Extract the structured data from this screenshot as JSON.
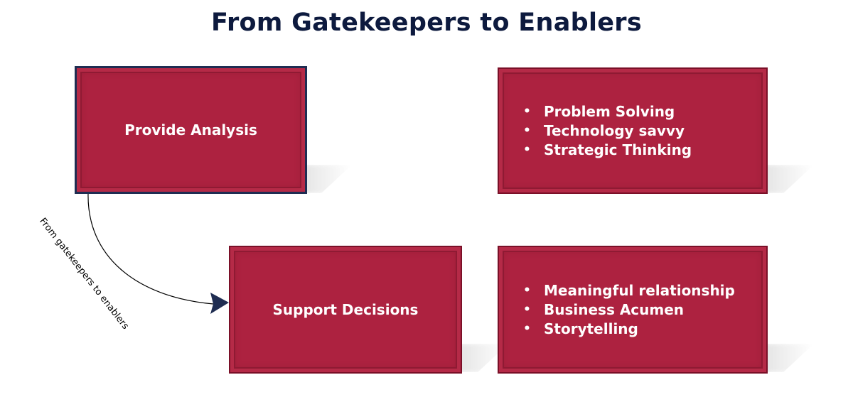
{
  "title": "From Gatekeepers to Enablers",
  "boxes": {
    "provide_analysis": "Provide Analysis",
    "support_decisions": "Support Decisions"
  },
  "skills_top": [
    "Problem Solving",
    "Technology savvy",
    "Strategic Thinking"
  ],
  "skills_bottom": [
    "Meaningful relationship",
    "Business Acumen",
    "Storytelling"
  ],
  "connector_label": "From gatekeepers to enablers",
  "colors": {
    "box_fill": "#ad2240",
    "title_text": "#0d1a3e",
    "arrow": "#1f2d52"
  }
}
